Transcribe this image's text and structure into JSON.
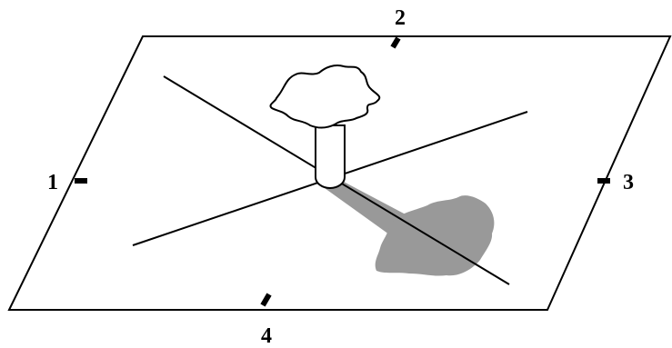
{
  "labels": {
    "left": "1",
    "top": "2",
    "right": "3",
    "bottom": "4"
  },
  "colors": {
    "stroke": "#000000",
    "shadow": "#999999",
    "object_fill": "#ffffff",
    "background": "#ffffff"
  }
}
